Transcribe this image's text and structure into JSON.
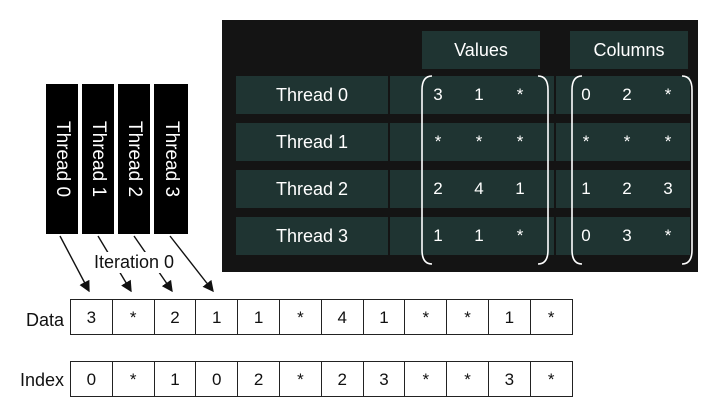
{
  "threads": [
    "Thread 0",
    "Thread 1",
    "Thread 2",
    "Thread 3"
  ],
  "table": {
    "values_header": "Values",
    "columns_header": "Columns",
    "rows": [
      {
        "label": "Thread 0",
        "values": [
          "3",
          "1",
          "*"
        ],
        "columns": [
          "0",
          "2",
          "*"
        ]
      },
      {
        "label": "Thread 1",
        "values": [
          "*",
          "*",
          "*"
        ],
        "columns": [
          "*",
          "*",
          "*"
        ]
      },
      {
        "label": "Thread 2",
        "values": [
          "2",
          "4",
          "1"
        ],
        "columns": [
          "1",
          "2",
          "3"
        ]
      },
      {
        "label": "Thread 3",
        "values": [
          "1",
          "1",
          "*"
        ],
        "columns": [
          "0",
          "3",
          "*"
        ]
      }
    ]
  },
  "iteration_label": "Iteration 0",
  "data_array": {
    "label": "Data",
    "cells": [
      "3",
      "*",
      "2",
      "1",
      "1",
      "*",
      "4",
      "1",
      "*",
      "*",
      "1",
      "*"
    ]
  },
  "index_array": {
    "label": "Index",
    "cells": [
      "0",
      "*",
      "1",
      "0",
      "2",
      "*",
      "2",
      "3",
      "*",
      "*",
      "3",
      "*"
    ]
  },
  "colors": {
    "panel_bg": "#141414",
    "cell_bg": "#1f3432",
    "thread_bg": "#000000",
    "text_light": "#ffffff",
    "text_dark": "#111111"
  }
}
